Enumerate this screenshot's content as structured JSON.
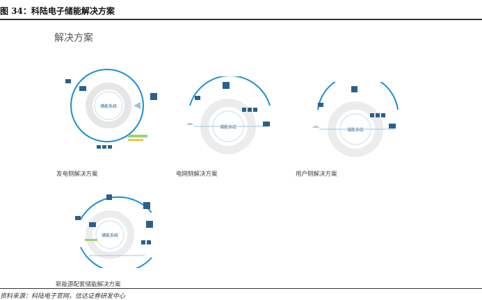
{
  "figure": {
    "title": "图 34：科陆电子储能解决方案",
    "heading": "解决方案",
    "source": "资料来源：科陆电子官网，信达证券研发中心"
  },
  "solutions": [
    {
      "caption": "发电侧解决方案",
      "center_label": "储能系统"
    },
    {
      "caption": "电网侧解决方案",
      "center_label": "储能系统"
    },
    {
      "caption": "用户侧解决方案",
      "center_label": "储能系统"
    },
    {
      "caption": "新能源配套储能解决方案",
      "center_label": "储能系统"
    }
  ],
  "colors": {
    "accent": "#1a8fd0",
    "light_gray": "#e8e8e8",
    "icon": "#2c5f8a"
  }
}
